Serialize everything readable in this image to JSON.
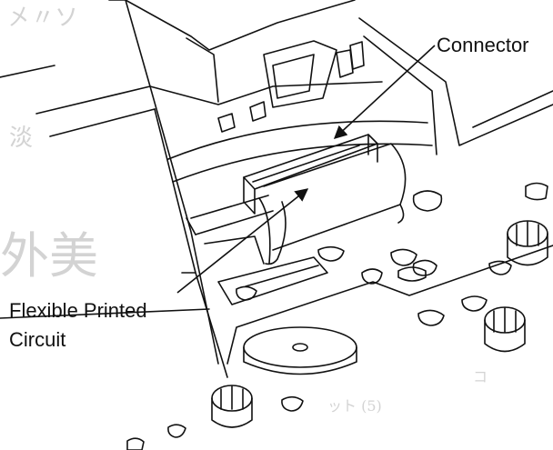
{
  "labels": {
    "connector": "Connector",
    "fpc_line1": "Flexible Printed",
    "fpc_line2": "Circuit"
  },
  "colors": {
    "ink": "#111111",
    "background": "#ffffff",
    "bleed_through": "#cfcfcf"
  },
  "icons": {
    "connector_arrow": "arrow-icon",
    "fpc_arrow": "arrow-icon"
  }
}
